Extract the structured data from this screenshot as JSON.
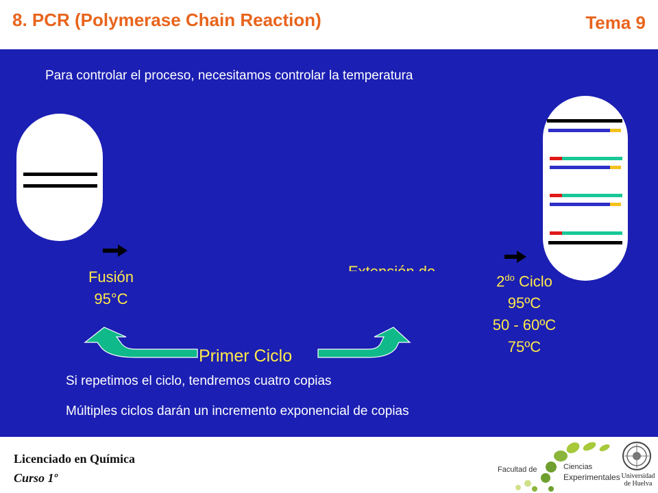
{
  "header": {
    "title": "8. PCR (Polymerase Chain Reaction)",
    "tema": "Tema 9"
  },
  "panel": {
    "intro": "Para controlar el proceso, necesitamos controlar la temperatura",
    "fusion_label": "Fusión",
    "fusion_temp": "95°C",
    "extension_label_partial": "Extensión de",
    "second_cycle_prefix": "2",
    "second_cycle_sup": "do",
    "second_cycle_word": "Ciclo",
    "second_cycle_temps": [
      "95ºC",
      "50 - 60ºC",
      "75ºC"
    ],
    "primer_ciclo": "Primer Ciclo",
    "repeat_text": "Si repetimos el ciclo, tendremos cuatro copias",
    "multiple_text": "Múltiples ciclos darán un incremento exponencial de copias"
  },
  "footer": {
    "licenciado": "Licenciado en Química",
    "curso": "Curso 1º",
    "logo_facultad": "Facultad de",
    "logo_ciencias": "Ciencias",
    "logo_experimentales": "Experimentales",
    "logo_universidad": "Universidad de Huelva"
  },
  "colors": {
    "title": "#e8641c",
    "panel_bg": "#1b1fb3",
    "yellow_text": "#ffe94a",
    "arrow_green": "#0fb98a",
    "strand_red": "#e01818",
    "strand_green": "#19c797",
    "strand_blue": "#2e2ec8",
    "strand_yellow": "#f3c21c"
  },
  "icons": [
    "arrow-right-icon",
    "curved-arrow-left-icon",
    "curved-arrow-right-icon"
  ]
}
